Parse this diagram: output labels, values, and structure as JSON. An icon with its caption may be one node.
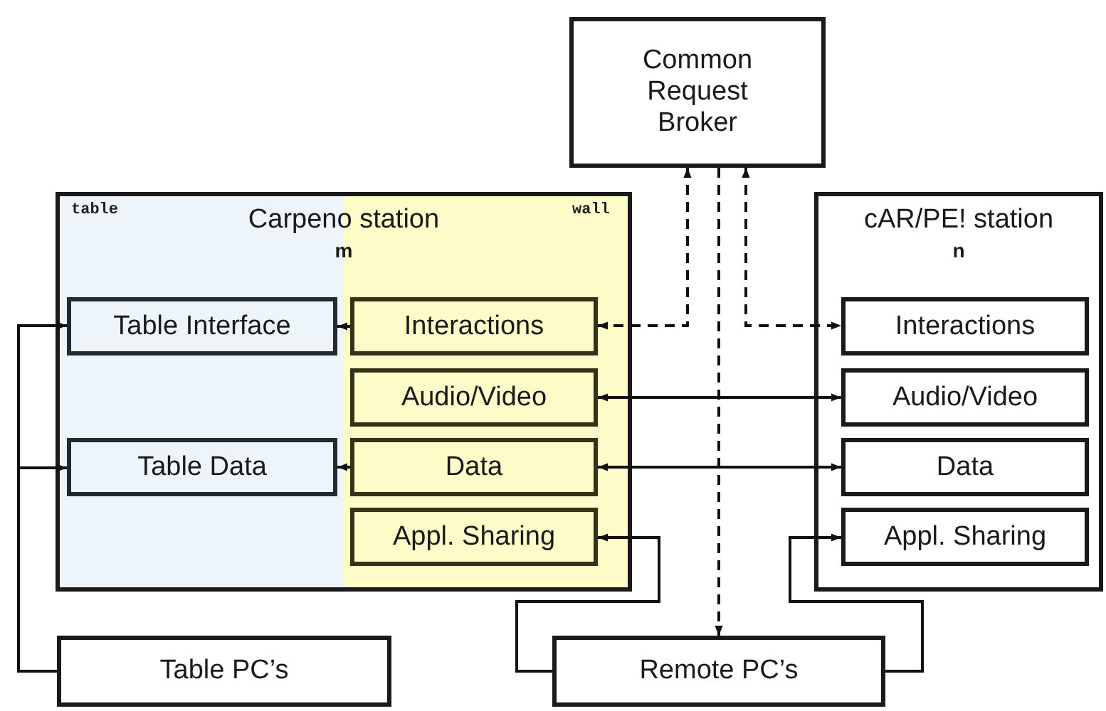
{
  "diagram": {
    "nodes": [
      {
        "text": [
          "Common Request Broker"
        ]
      },
      {
        "text": [
          "Carpeno station",
          "m"
        ]
      },
      {
        "text": [
          "Table Interface"
        ],
        "in": 1
      },
      {
        "text": [
          "Interactions"
        ],
        "in": 1
      },
      {
        "text": [
          "Audio/Video"
        ],
        "in": 1
      },
      {
        "text": [
          "Table Data"
        ],
        "in": 1
      },
      {
        "text": [
          "Data"
        ],
        "in": 1
      },
      {
        "text": [
          "Appl. Sharing"
        ],
        "in": 1
      },
      {
        "text": [
          "cAR/PE! station",
          "n"
        ]
      },
      {
        "text": [
          "Interactions"
        ],
        "in": 8
      },
      {
        "text": [
          "Audio/Video"
        ],
        "in": 8
      },
      {
        "text": [
          "Data"
        ],
        "in": 8
      },
      {
        "text": [
          "Appl. Sharing"
        ],
        "in": 8
      },
      {
        "text": [
          "Table PC’s"
        ]
      },
      {
        "text": [
          "Remote PC’s"
        ]
      }
    ],
    "edges": [
      {
        "from": 0,
        "to": 3,
        "arrow": "both",
        "style": "dashed"
      },
      {
        "from": 0,
        "to": 9,
        "arrow": "both",
        "style": "dashed"
      },
      {
        "from": 0,
        "to": 14,
        "arrow": "to",
        "style": "dashed"
      },
      {
        "from": 4,
        "to": 10,
        "arrow": "both"
      },
      {
        "from": 6,
        "to": 11,
        "arrow": "both"
      },
      {
        "from": 14,
        "to": 7,
        "arrow": "to"
      },
      {
        "from": 14,
        "to": 12,
        "arrow": "to"
      },
      {
        "from": 13,
        "to": 2,
        "arrow": "to"
      },
      {
        "from": 13,
        "to": 5,
        "arrow": "to"
      },
      {
        "from": 3,
        "to": 2,
        "arrow": "to"
      },
      {
        "from": 6,
        "to": 5,
        "arrow": "to"
      }
    ],
    "labels": [
      "table",
      "wall"
    ]
  }
}
